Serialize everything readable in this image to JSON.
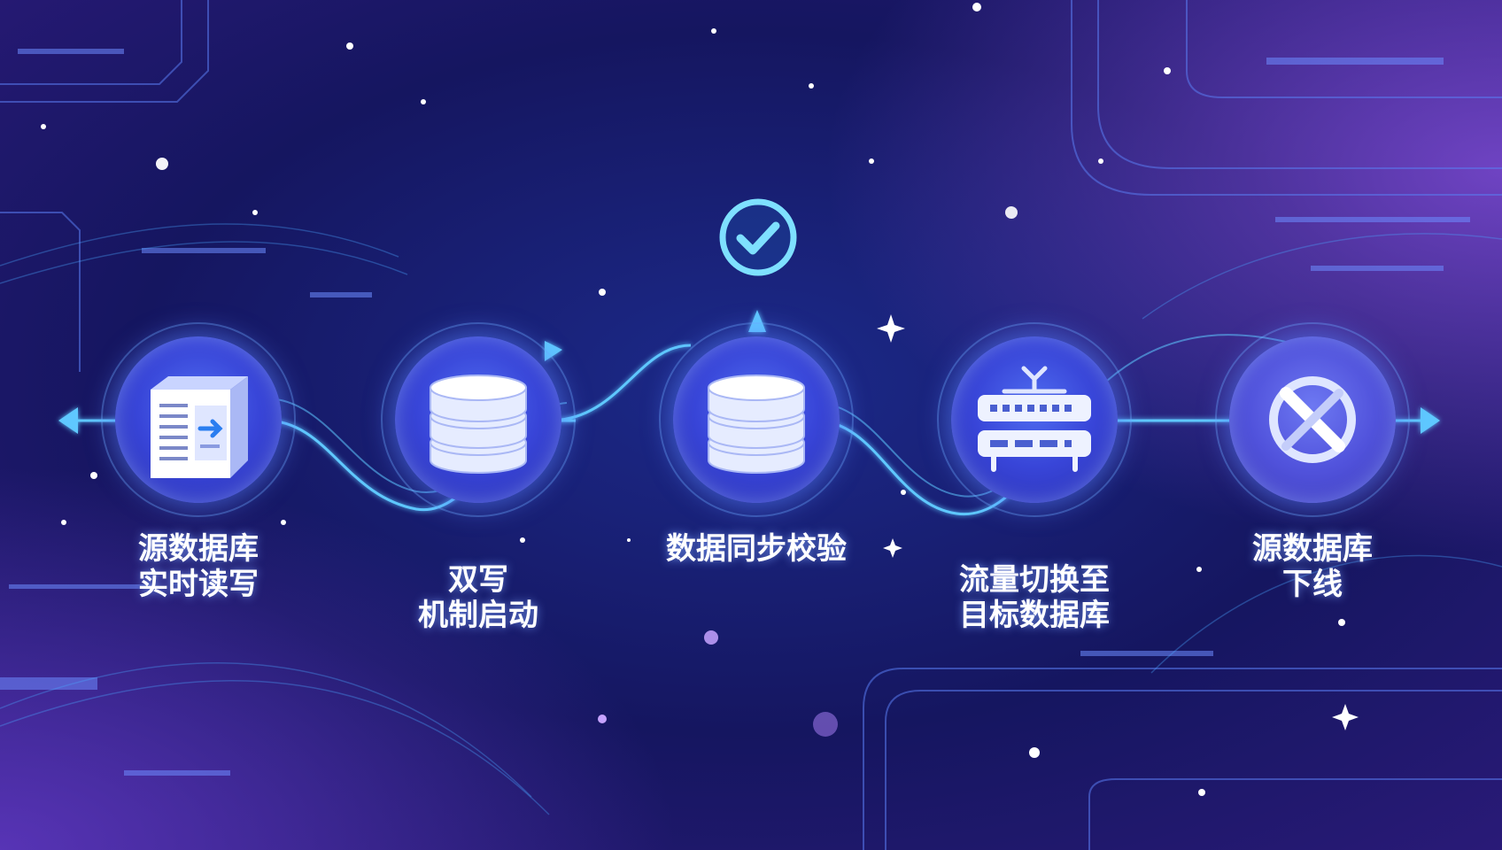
{
  "steps": [
    {
      "icon": "server-arrow-icon",
      "label_lines": [
        "源数据库",
        "实时读写"
      ]
    },
    {
      "icon": "database-icon",
      "label_lines": [
        "双写",
        "机制启动"
      ]
    },
    {
      "icon": "database-icon",
      "label_lines": [
        "数据同步校验"
      ]
    },
    {
      "icon": "network-switch-icon",
      "label_lines": [
        "流量切换至",
        "目标数据库"
      ]
    },
    {
      "icon": "disconnect-icon",
      "label_lines": [
        "源数据库",
        "下线"
      ]
    }
  ],
  "colors": {
    "background": "#120f45",
    "node": "#3845d8",
    "flow": "#5fc8ff",
    "check": "#7ee0ff"
  }
}
